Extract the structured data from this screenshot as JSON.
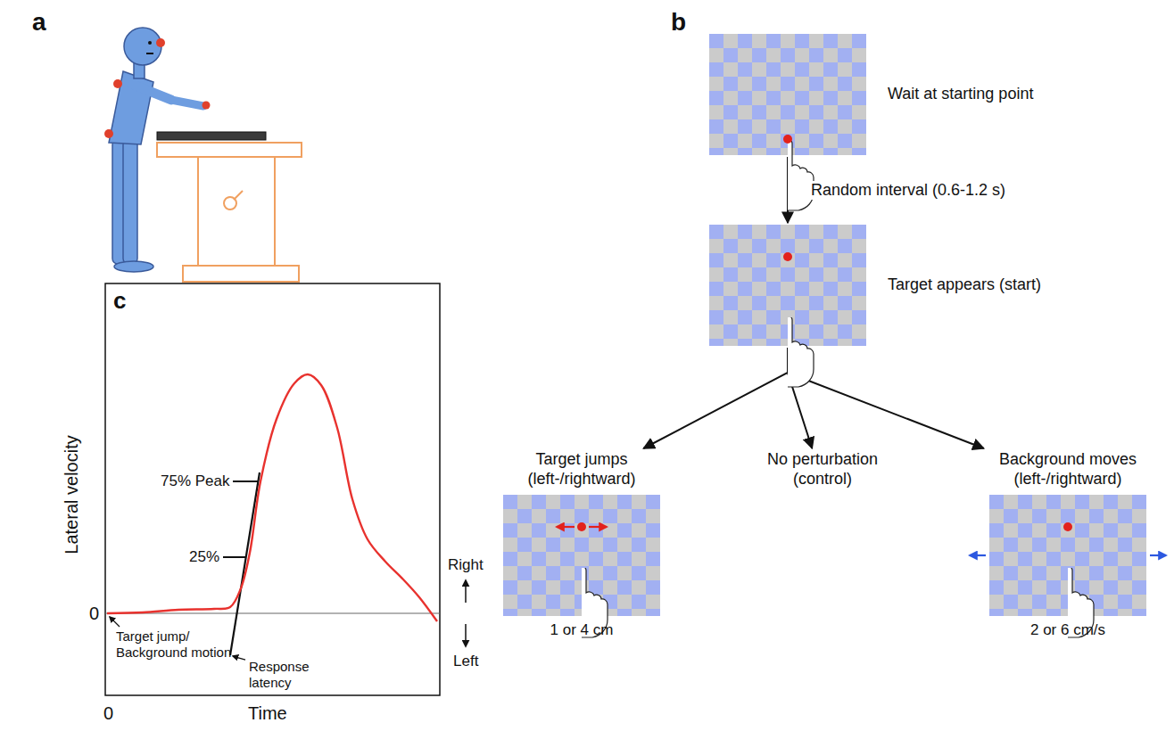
{
  "diagram": {
    "nodes": [
      {
        "text": [
          "Wait at starting point"
        ]
      },
      {
        "text": [
          "Target appears (start)"
        ]
      },
      {
        "text": [
          "Target jumps (left-/rightward)",
          "1 or 4 cm"
        ]
      },
      {
        "text": [
          "No perturbation (control)"
        ]
      },
      {
        "text": [
          "Background moves (left-/rightward)",
          "2 or 6 cm/s"
        ]
      }
    ],
    "edges": [
      {
        "from": 0,
        "to": 1,
        "label": "Random interval (0.6-1.2 s)",
        "arrow": "to"
      },
      {
        "from": 1,
        "to": 2,
        "arrow": "to"
      },
      {
        "from": 1,
        "to": 3,
        "arrow": "to"
      },
      {
        "from": 1,
        "to": 4,
        "arrow": "to"
      }
    ],
    "labels": [
      "a",
      "b",
      "c",
      "Lateral velocity",
      "75% Peak",
      "25%",
      "0",
      "0",
      "Target jump/ Background motion",
      "Response latency",
      "Time",
      "Right",
      "Left"
    ]
  }
}
